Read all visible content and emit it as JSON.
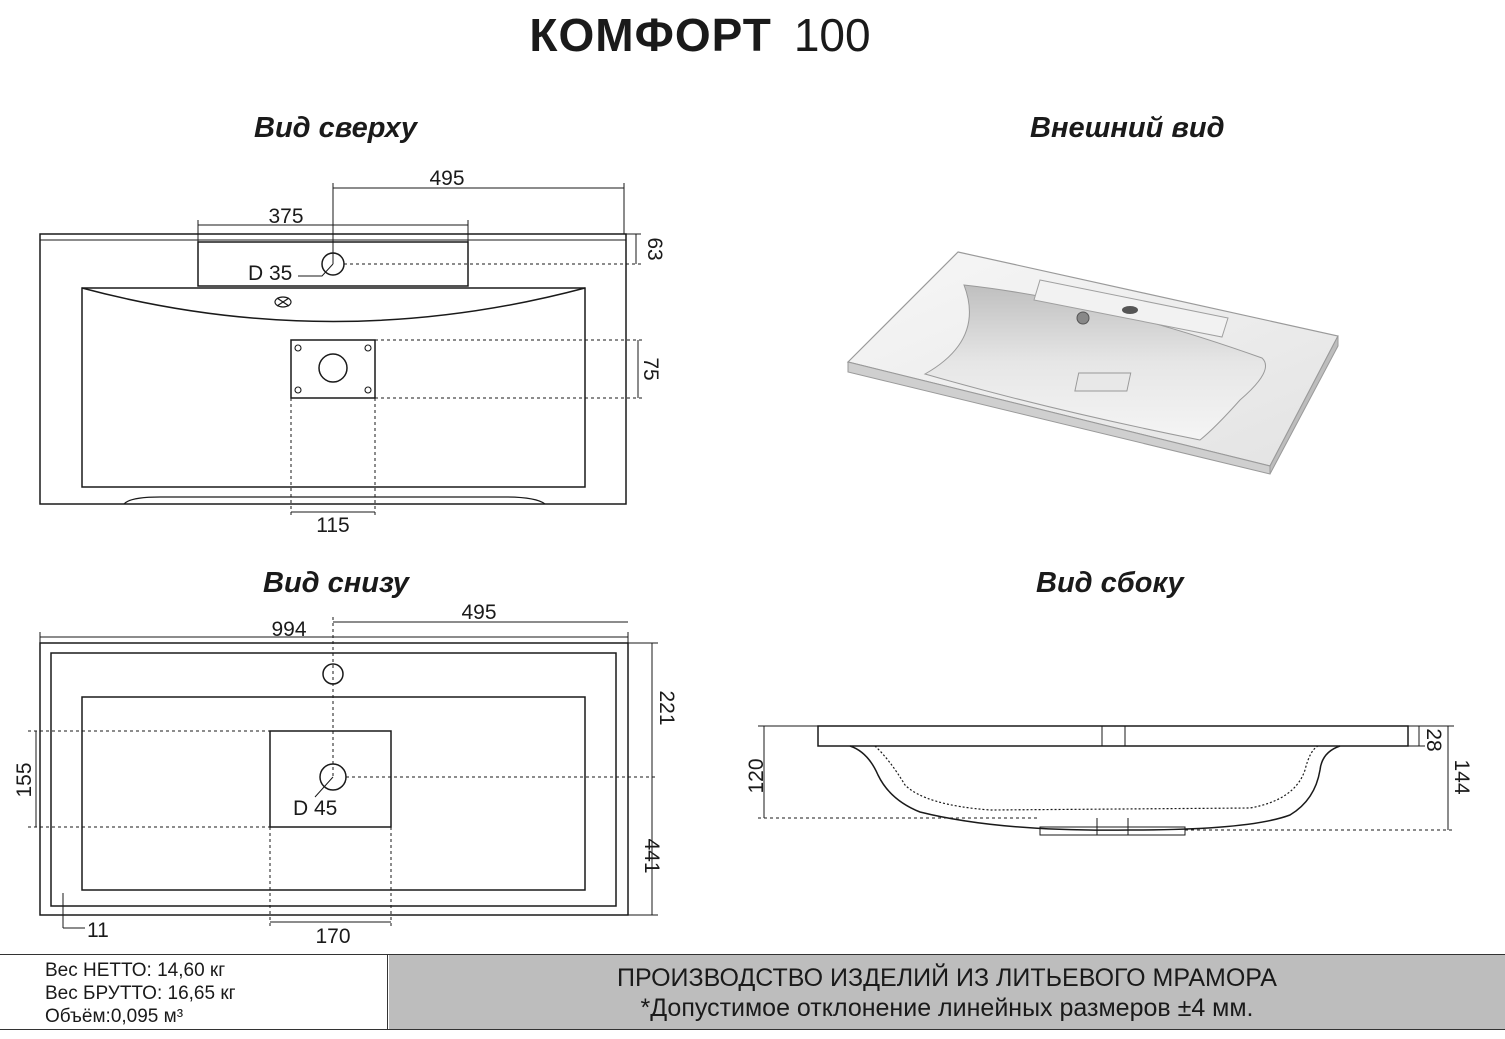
{
  "header": {
    "model_name": "КОМФОРТ",
    "model_number": "100"
  },
  "sections": {
    "top_view": "Вид сверху",
    "exterior_view": "Внешний вид",
    "bottom_view": "Вид снизу",
    "side_view": "Вид сбоку"
  },
  "top_dims": {
    "d495": "495",
    "d375": "375",
    "d63": "63",
    "d35": "D 35",
    "d75": "75",
    "d115": "115"
  },
  "bottom_dims": {
    "d994": "994",
    "d495": "495",
    "d221": "221",
    "d155": "155",
    "d45": "D 45",
    "d441": "441",
    "d11": "11",
    "d170": "170"
  },
  "side_dims": {
    "d28": "28",
    "d144": "144",
    "d120": "120"
  },
  "specs": {
    "net_weight": "Вес НЕТТО: 14,60 кг",
    "gross_weight": "Вес БРУТТО: 16,65 кг",
    "volume": "Объём:0,095 м³"
  },
  "production": {
    "line1": "ПРОИЗВОДСТВО ИЗДЕЛИЙ ИЗ ЛИТЬЕВОГО МРАМОРА",
    "line2": "*Допустимое отклонение линейных размеров ±4 мм."
  },
  "colors": {
    "line": "#1a1a1a",
    "footer_gray": "#bdbdbd",
    "render_gray": "#d9d9d9"
  }
}
